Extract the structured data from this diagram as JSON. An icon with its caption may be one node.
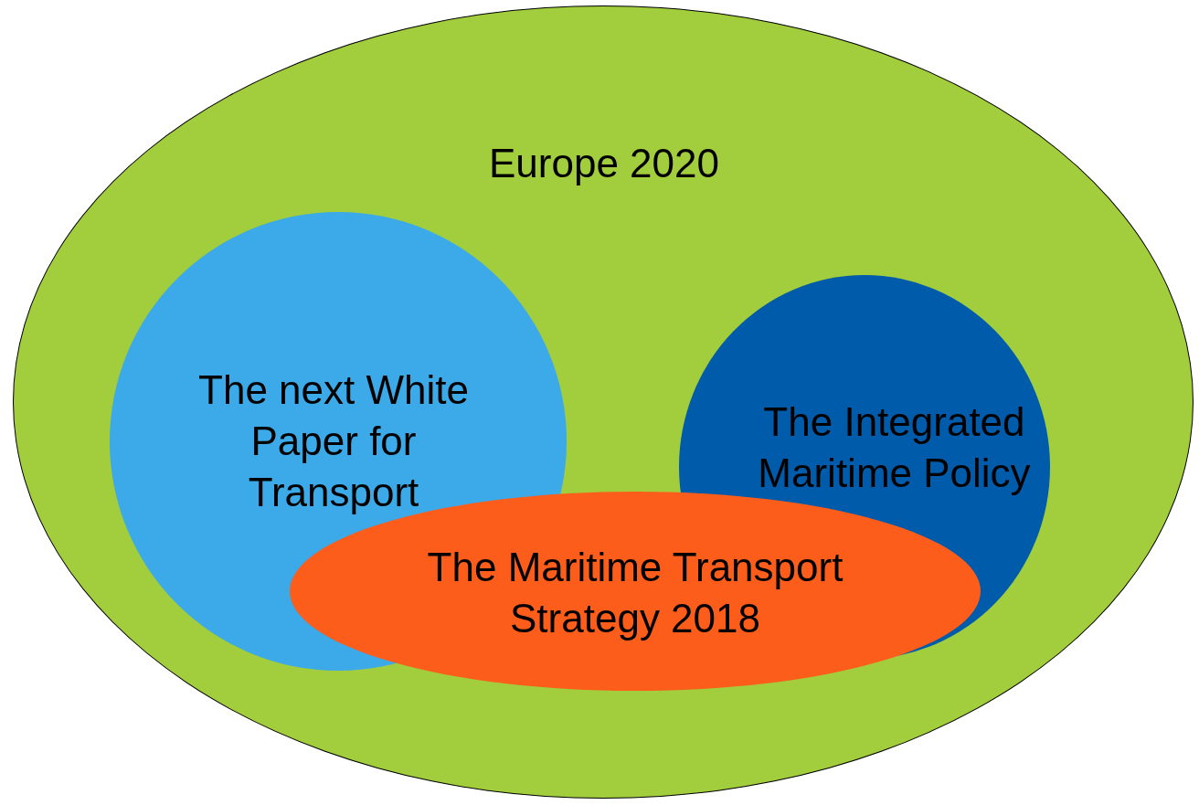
{
  "diagram": {
    "nodes": [
      {
        "text": [
          "Europe 2020"
        ]
      },
      {
        "text": [
          "The next White Paper for Transport"
        ],
        "in": 0
      },
      {
        "text": [
          "The Integrated Maritime Policy"
        ],
        "in": 0
      },
      {
        "text": [
          "The Maritime Transport Strategy 2018"
        ],
        "in": 0
      }
    ],
    "edges": []
  }
}
